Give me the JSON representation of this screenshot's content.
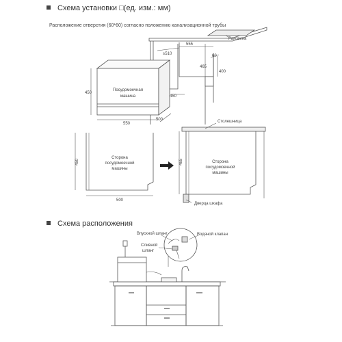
{
  "section1": {
    "title": "Схема установки □(ед. изм.: мм)"
  },
  "note": "Расположение отверстия (60*60) согласно положению канализационной трубы",
  "top_diagram": {
    "sink_label": "Раковина",
    "unit_label_line1": "Посудомоечная",
    "unit_label_line2": "машина",
    "dim_unit_height": "450",
    "dim_unit_width": "550",
    "dim_unit_depth": "500",
    "dim_cab_width": "555",
    "dim_cab_depth": "≥510",
    "dim_cab_height": "465",
    "dim_hole_height": "400",
    "dim_hole_offset": "60",
    "dim_inner_gap": "450"
  },
  "side_views": {
    "left_label_line1": "Сторона",
    "left_label_line2": "посудомоечной",
    "left_label_line3": "машины",
    "right_label_line1": "Сторона",
    "right_label_line2": "посудомоечной",
    "right_label_line3": "машины",
    "left_height": "450",
    "left_width": "500",
    "right_height": "465",
    "countertop_label": "Столешница",
    "cabinet_door_label": "Дверца шкафа"
  },
  "section2": {
    "title": "Схема расположения"
  },
  "placement": {
    "inlet_hose": "Впускной шланг",
    "water_valve": "Водяной клапан",
    "drain_hose_line1": "Сливной",
    "drain_hose_line2": "шланг"
  }
}
